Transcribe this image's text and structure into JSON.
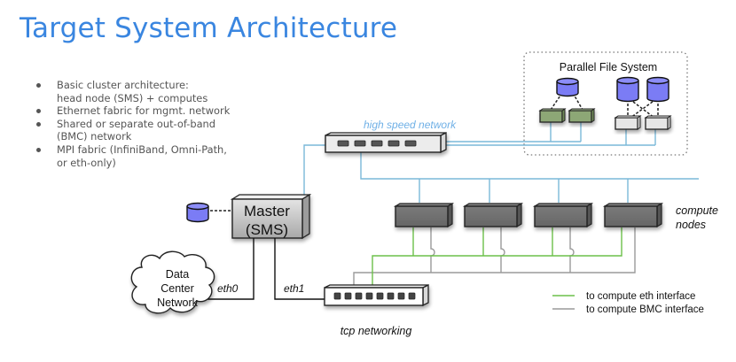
{
  "slide": {
    "title": "Target System Architecture",
    "bullets": [
      {
        "lines": [
          "Basic cluster architecture:",
          "head node (SMS) + computes"
        ]
      },
      {
        "lines": [
          "Ethernet fabric for mgmt. network"
        ]
      },
      {
        "lines": [
          "Shared or separate out-of-band",
          "(BMC) network"
        ]
      },
      {
        "lines": [
          "MPI fabric (InfiniBand, Omni-Path,",
          "or eth-only)"
        ]
      }
    ]
  },
  "diagram": {
    "parallel_fs_label": "Parallel File System",
    "high_speed_network_label": "high speed network",
    "master_label_line1": "Master",
    "master_label_line2": "(SMS)",
    "dcn_line1": "Data",
    "dcn_line2": "Center",
    "dcn_line3": "Network",
    "eth0_label": "eth0",
    "eth1_label": "eth1",
    "tcp_label": "tcp networking",
    "compute_label_line1": "compute",
    "compute_label_line2": "nodes",
    "legend": [
      {
        "label": "to compute eth interface",
        "color": "#6cc04a"
      },
      {
        "label": "to compute BMC interface",
        "color": "#9a9a9a"
      }
    ],
    "colors": {
      "title": "#3a86e0",
      "high_speed_link": "#7ab8d9",
      "eth_link": "#6cc04a",
      "bmc_link": "#9a9a9a",
      "storage": "#7b7cf5",
      "oss": "#8da776",
      "mds": "#e6e6e6",
      "compute": "#6e6e6e"
    }
  }
}
